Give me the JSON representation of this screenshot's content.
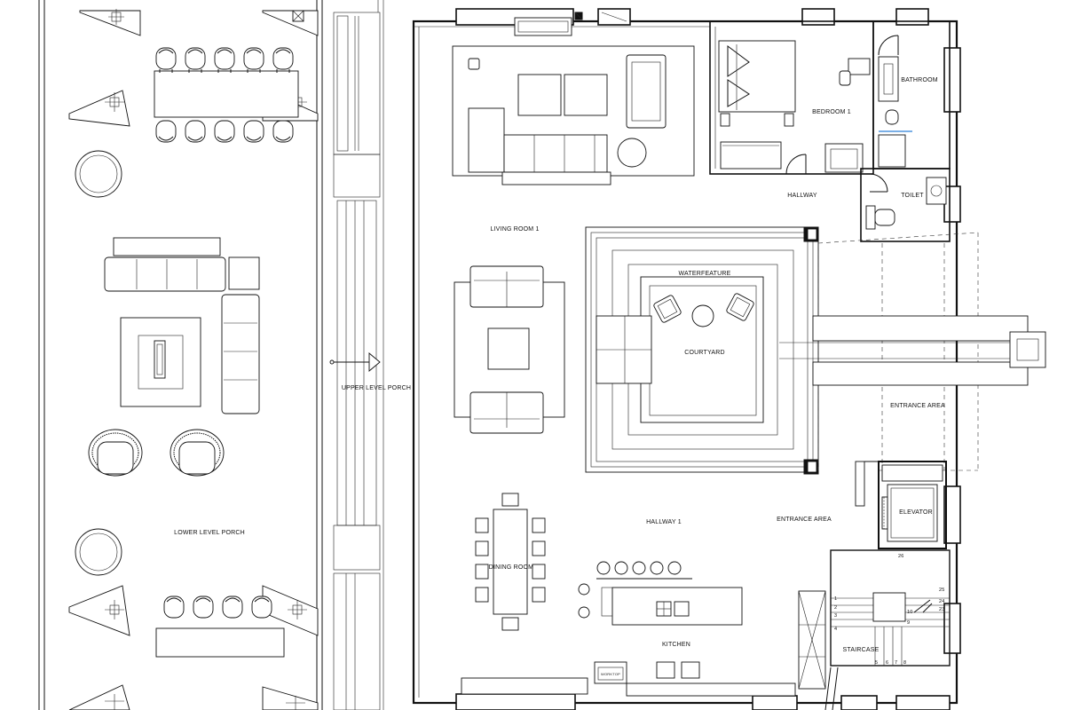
{
  "drawing": {
    "rooms": {
      "bathroom": "BATHROOM",
      "bedroom": "BEDROOM 1",
      "hallway_top": "HALLWAY",
      "toilet": "TOILET",
      "living_room": "LIVING ROOM 1",
      "waterfeature": "WATERFEATURE",
      "courtyard": "COURTYARD",
      "upper_porch": "UPPER LEVEL PORCH",
      "entrance_upper": "ENTRANCE AREA",
      "entrance_lower": "ENTRANCE AREA",
      "elevator": "ELEVATOR",
      "hallway_1": "HALLWAY 1",
      "dining_room": "DINING ROOM",
      "lower_porch": "LOWER LEVEL PORCH",
      "kitchen": "KITCHEN",
      "staircase": "STAIRCASE"
    },
    "fridge_label": "WORKTOP",
    "stair_steps": [
      "1",
      "2",
      "3",
      "4",
      "5",
      "6",
      "7",
      "8",
      "9",
      "10",
      "23",
      "24",
      "25",
      "26"
    ]
  }
}
